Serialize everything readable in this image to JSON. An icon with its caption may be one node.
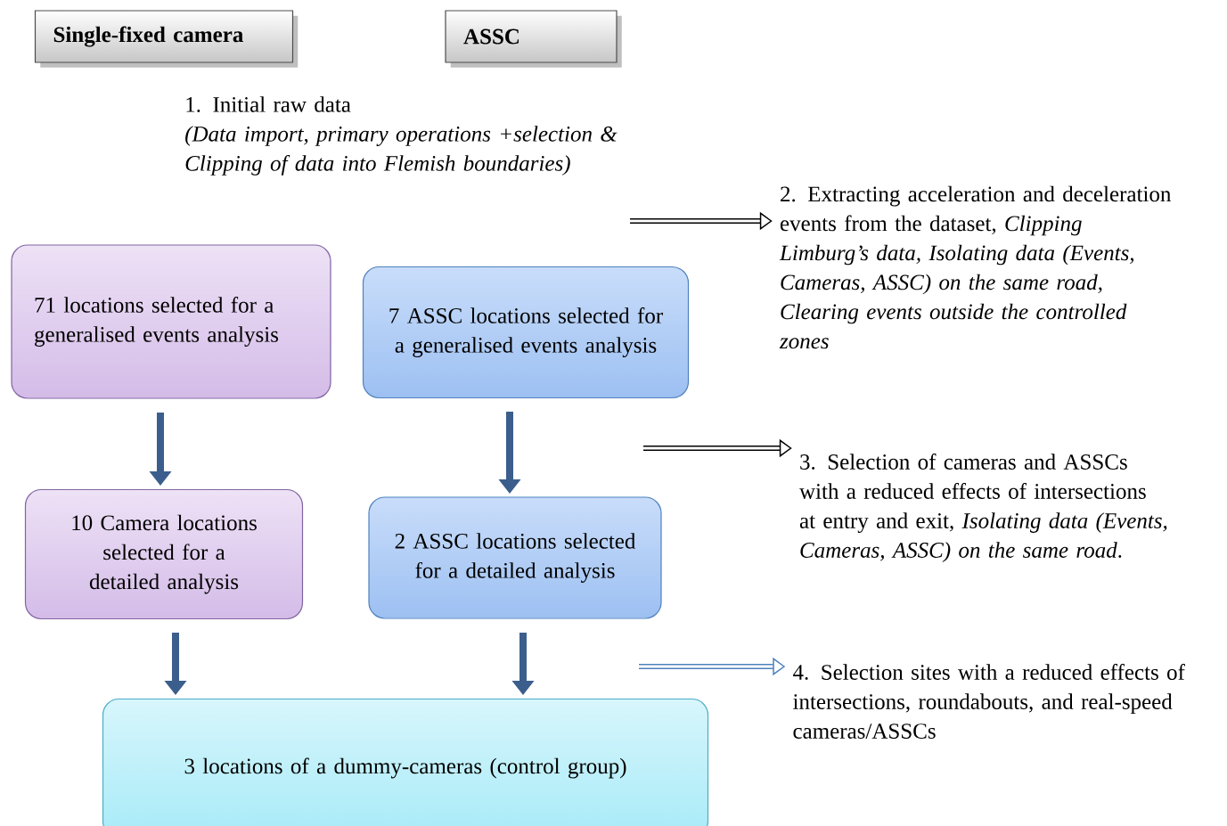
{
  "diagram": {
    "nodes": [
      {
        "text": [
          "Single-fixed camera"
        ]
      },
      {
        "text": [
          "ASSC"
        ]
      },
      {
        "text": [
          "71 locations selected for a generalised events analysis"
        ]
      },
      {
        "text": [
          "7 ASSC locations selected for a generalised events analysis"
        ]
      },
      {
        "text": [
          "10 Camera locations selected for a detailed analysis"
        ]
      },
      {
        "text": [
          "2 ASSC locations selected for a detailed analysis"
        ]
      },
      {
        "text": [
          "3 locations of a dummy-cameras (control group)"
        ]
      },
      {
        "text": [
          "2. Extracting acceleration and deceleration events from the dataset, *Clipping Limburg’s data, Isolating data (Events, Cameras, ASSC) on the same road, Clearing events outside the controlled zones*"
        ]
      },
      {
        "text": [
          "3. Selection of cameras and ASSCs with a reduced effects of intersections at entry and exit, *Isolating data (Events, Cameras, ASSC) on the same road*."
        ]
      },
      {
        "text": [
          "4. Selection sites with a reduced effects of intersections, roundabouts, and real-speed cameras/ASSCs"
        ]
      }
    ],
    "edges": [
      {
        "from": 2,
        "to": 4,
        "arrow": "to"
      },
      {
        "from": 3,
        "to": 5,
        "arrow": "to"
      },
      {
        "from": 4,
        "to": 6,
        "arrow": "to"
      },
      {
        "from": 5,
        "to": 6,
        "arrow": "to"
      },
      {
        "from": null,
        "to": 7,
        "arrow": "to",
        "color": "#000000"
      },
      {
        "from": null,
        "to": 8,
        "arrow": "to",
        "color": "#000000"
      },
      {
        "from": null,
        "to": 9,
        "arrow": "to",
        "color": "#4f81bd"
      }
    ],
    "labels": [
      "1. Initial raw data",
      "(Data import, primary operations +selection & Clipping of data into Flemish boundaries)"
    ]
  }
}
